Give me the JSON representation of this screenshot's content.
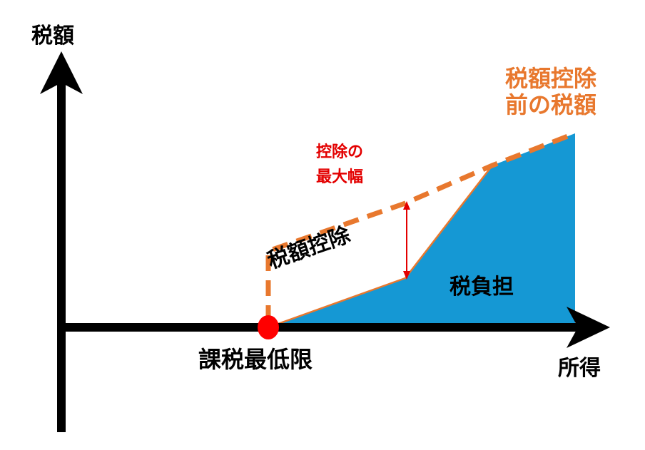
{
  "axes": {
    "y_label": "税額",
    "x_label": "所得"
  },
  "labels": {
    "threshold": "課税最低限",
    "pre_credit_tax": "税額控除\n前の税額",
    "max_credit_width": "控除の\n最大幅",
    "tax_credit": "税額控除",
    "tax_burden": "税負担"
  },
  "colors": {
    "axis": "#000000",
    "pre_credit_line": "#e8782e",
    "tax_burden_fill": "#1598d4",
    "arrow": "#e30000",
    "marker": "#ff0000"
  }
}
